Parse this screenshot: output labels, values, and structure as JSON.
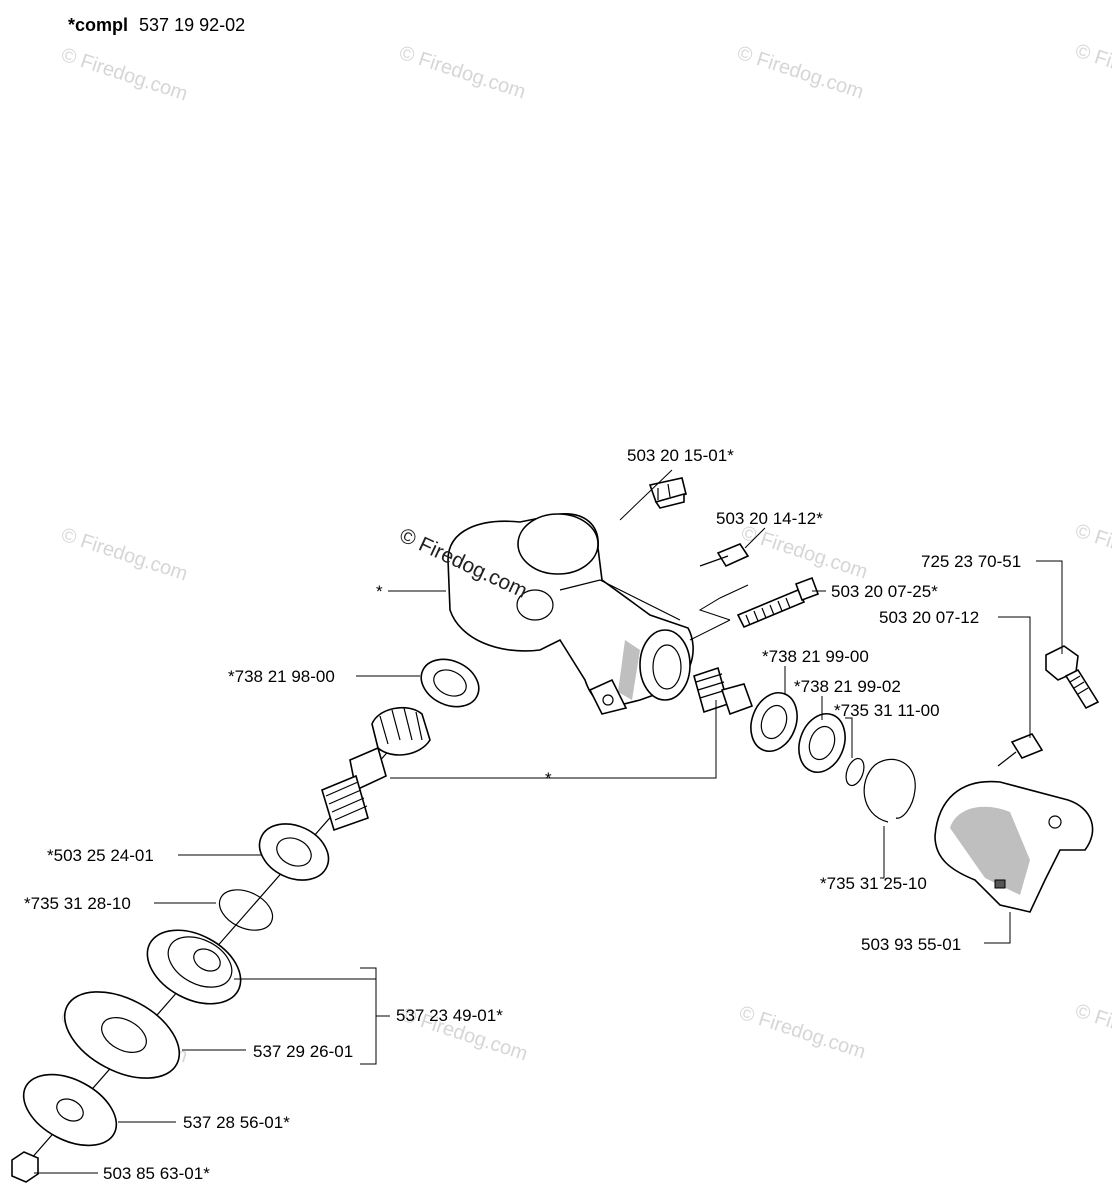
{
  "header": {
    "prefix": "*compl",
    "number": "537 19 92-02"
  },
  "watermark": {
    "text": "© Firedog.com"
  },
  "parts": [
    {
      "key": "p1",
      "label": "503 20 15-01*"
    },
    {
      "key": "p2",
      "label": "503 20 14-12*"
    },
    {
      "key": "p3",
      "label": "725 23 70-51"
    },
    {
      "key": "p4",
      "label": "*"
    },
    {
      "key": "p5",
      "label": "503 20 07-25*"
    },
    {
      "key": "p6",
      "label": "503 20 07-12"
    },
    {
      "key": "p7",
      "label": "*738 21 98-00"
    },
    {
      "key": "p8",
      "label": "*738 21 99-00"
    },
    {
      "key": "p9",
      "label": "*738 21 99-02"
    },
    {
      "key": "p10",
      "label": "*735 31 11-00"
    },
    {
      "key": "p11",
      "label": "*"
    },
    {
      "key": "p12",
      "label": "*503 25 24-01"
    },
    {
      "key": "p13",
      "label": "*735 31 28-10"
    },
    {
      "key": "p14",
      "label": "*735 31 25-10"
    },
    {
      "key": "p15",
      "label": "503 93 55-01"
    },
    {
      "key": "p16",
      "label": "537 23 49-01*"
    },
    {
      "key": "p17",
      "label": "537 29 26-01"
    },
    {
      "key": "p18",
      "label": "537 28 56-01*"
    },
    {
      "key": "p19",
      "label": "503 85 63-01*"
    }
  ]
}
